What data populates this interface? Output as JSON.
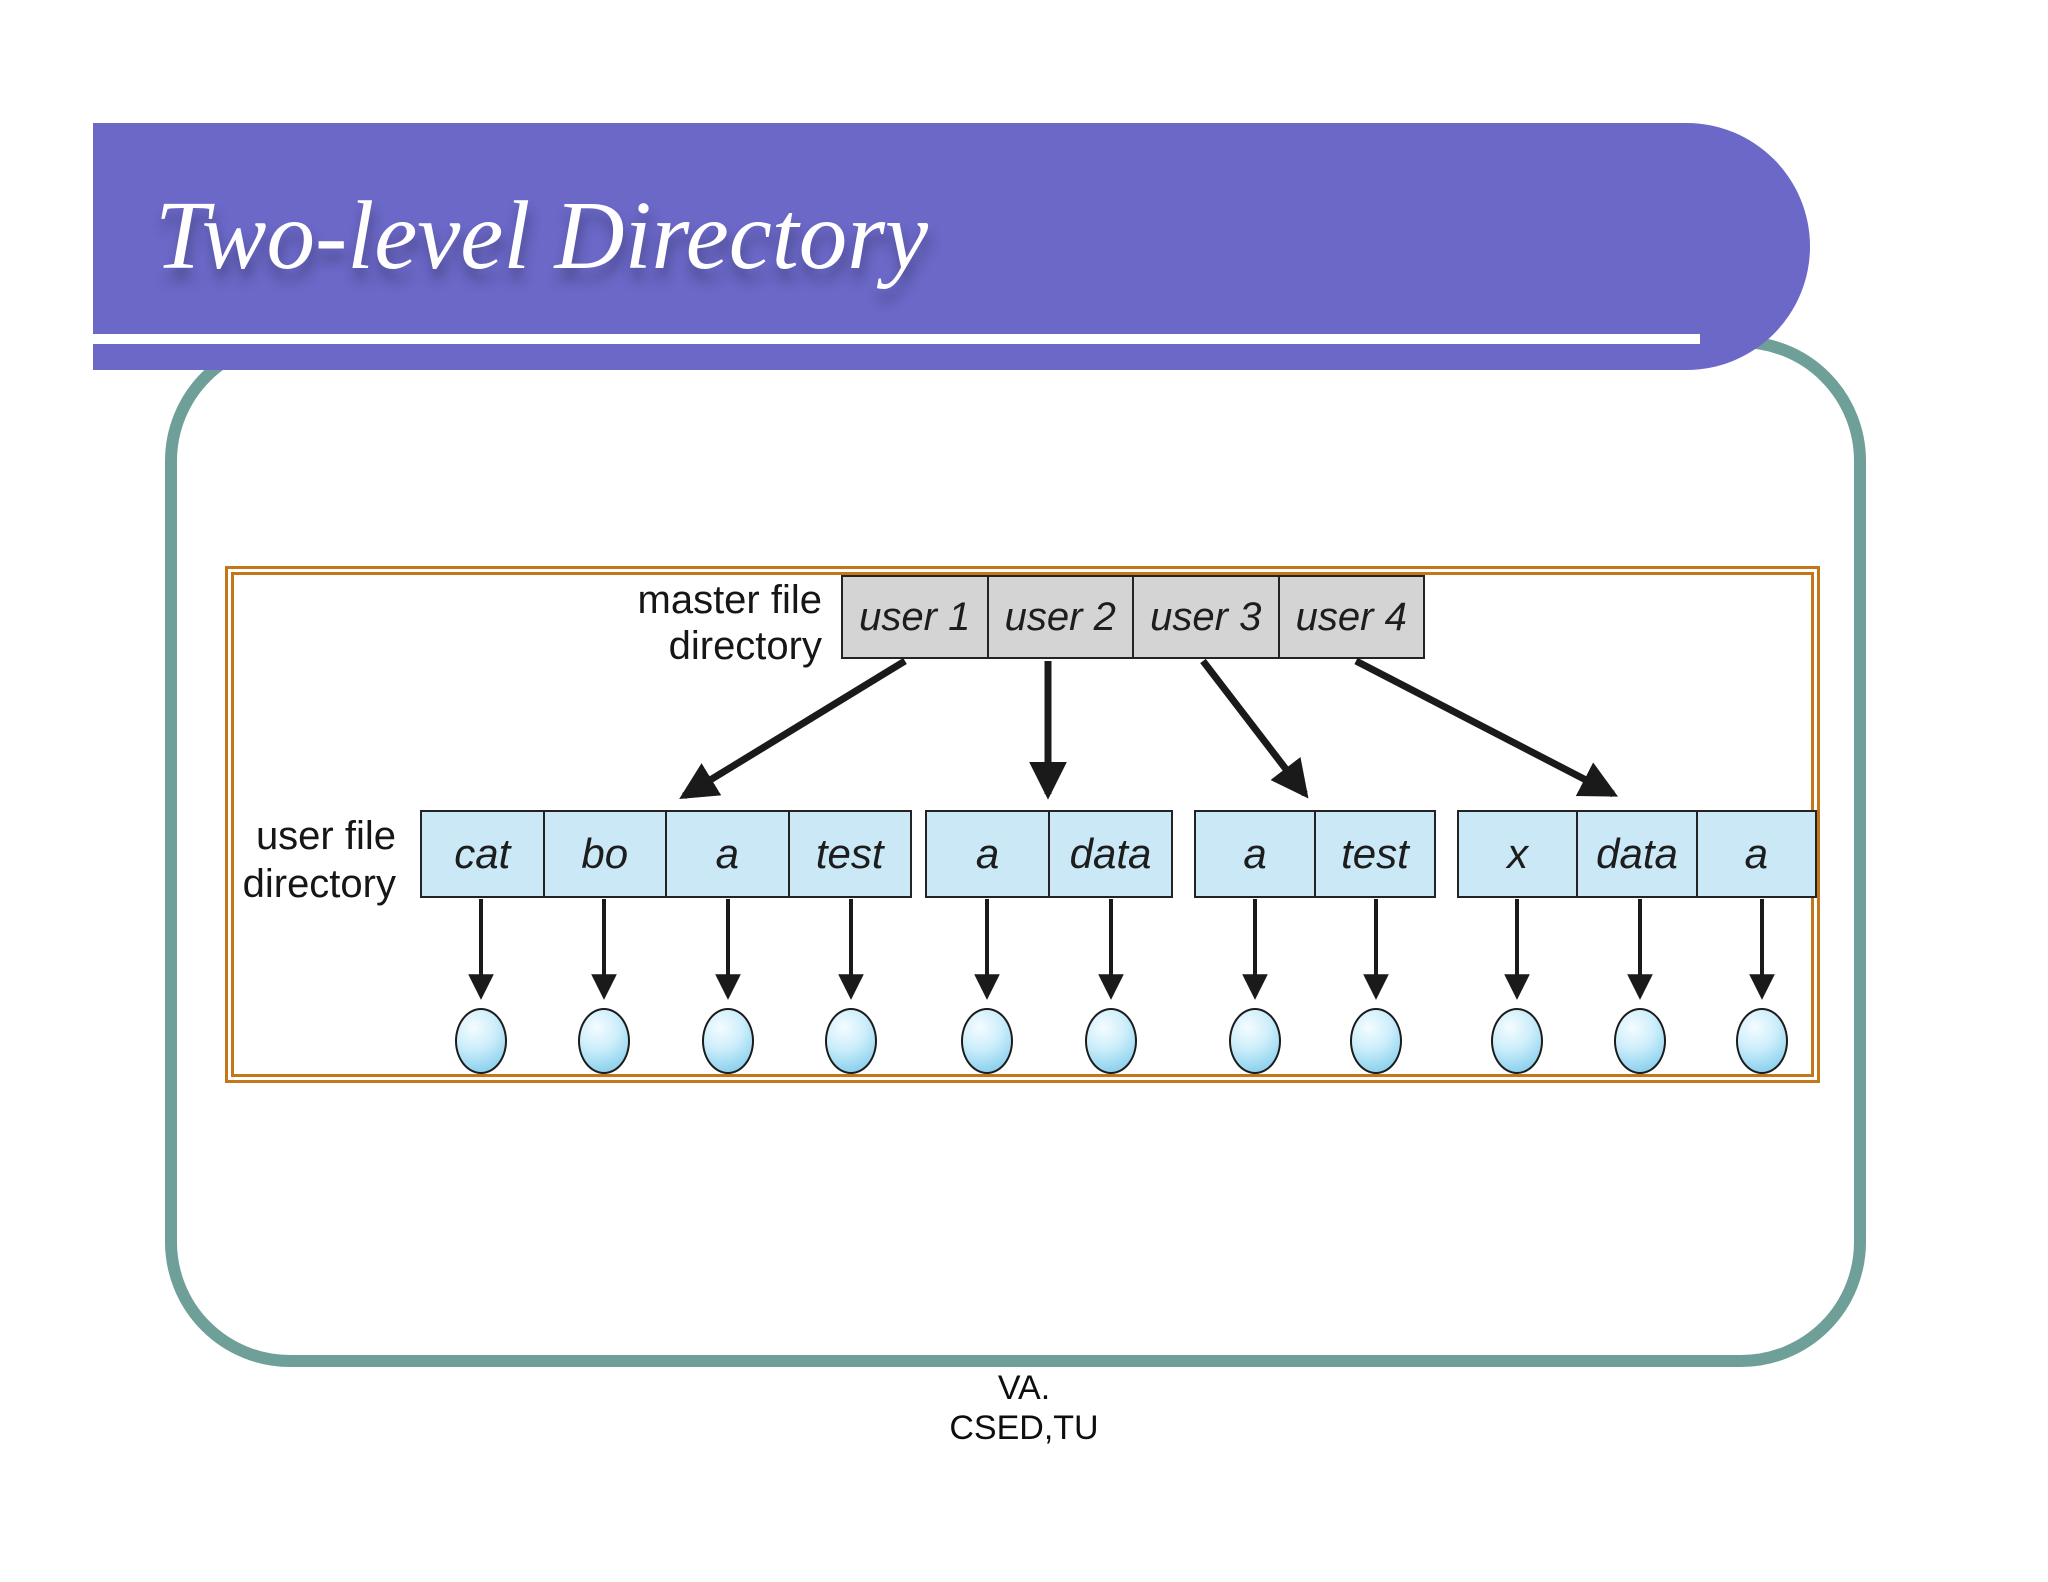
{
  "slide": {
    "title": "Two-level Directory",
    "footer_line1": "VA.",
    "footer_line2": "CSED,TU"
  },
  "colors": {
    "banner_purple": "#6b68c8",
    "border_teal": "#6f9f99",
    "frame_orange": "#c4761b",
    "master_gray": "#d4d4d4",
    "user_blue": "#cbe8f6",
    "circle_blue": "#8fd2ee",
    "arrow_black": "#1a1a1a"
  },
  "diagram": {
    "master_label_line1": "master file",
    "master_label_line2": "directory",
    "user_label_line1": "user file",
    "user_label_line2": "directory",
    "master_cells": [
      "user 1",
      "user 2",
      "user 3",
      "user 4"
    ],
    "user_groups": [
      [
        "cat",
        "bo",
        "a",
        "test"
      ],
      [
        "a",
        "data"
      ],
      [
        "a",
        "test"
      ],
      [
        "x",
        "data",
        "a"
      ]
    ]
  }
}
